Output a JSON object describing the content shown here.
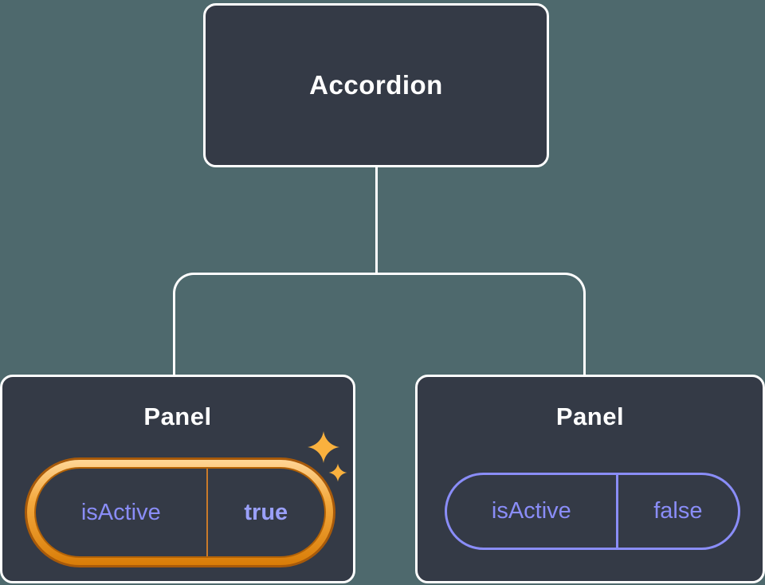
{
  "diagram": {
    "root": {
      "label": "Accordion"
    },
    "children": [
      {
        "label": "Panel",
        "prop_name": "isActive",
        "prop_value": "true",
        "highlighted": true
      },
      {
        "label": "Panel",
        "prop_name": "isActive",
        "prop_value": "false",
        "highlighted": false
      }
    ]
  },
  "icons": {
    "sparkle": "four-point-star"
  },
  "colors": {
    "background": "#4e696d",
    "node_fill": "#343a46",
    "node_border": "#ffffff",
    "prop_text_purple": "#8a8df8",
    "highlight_ring_orange": "#e8930c",
    "highlight_ring_outline": "#a85a0a",
    "sparkle_gold": "#f9b13e"
  }
}
